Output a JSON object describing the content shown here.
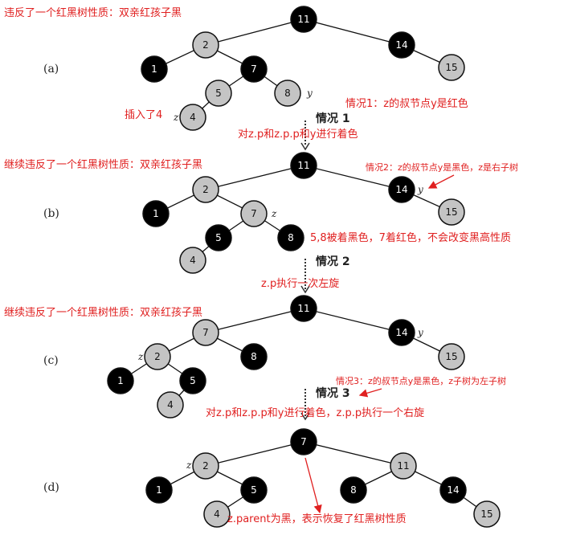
{
  "colors": {
    "black_node": "#000000",
    "red_node": "#c4c4c4",
    "annotation": "#e02020",
    "edge": "#111111"
  },
  "part_labels": [
    "(a)",
    "(b)",
    "(c)",
    "(d)"
  ],
  "case_labels": [
    "情况 1",
    "情况 2",
    "情况 3"
  ],
  "annotations": {
    "a_violation": "违反了一个红黑树性质：双亲红孩子黑",
    "a_insert": "插入了4",
    "a_case1": "情况1：z的叔节点y是红色",
    "a_recolor": "对z.p和z.p.p和y进行着色",
    "b_violation": "继续违反了一个红黑树性质：双亲红孩子黑",
    "b_case2": "情况2：z的叔节点y是黑色，z是右子树",
    "b_note": "5,8被着黑色，7着红色，不会改变黑高性质",
    "b_rotate": "z.p执行一次左旋",
    "c_violation": "继续违反了一个红黑树性质：双亲红孩子黑",
    "c_case3": "情况3：z的叔节点y是黑色，z子树为左子树",
    "c_action": "对z.p和z.p.p和y进行着色，z.p.p执行一个右旋",
    "d_note": "z.parent为黑，表示恢复了红黑树性质"
  },
  "trees": [
    {
      "id": "a",
      "nodes": [
        {
          "key": "11",
          "color": "black"
        },
        {
          "key": "2",
          "color": "red"
        },
        {
          "key": "14",
          "color": "black"
        },
        {
          "key": "1",
          "color": "black"
        },
        {
          "key": "7",
          "color": "black"
        },
        {
          "key": "15",
          "color": "red"
        },
        {
          "key": "5",
          "color": "red"
        },
        {
          "key": "8",
          "color": "red"
        },
        {
          "key": "4",
          "color": "red"
        }
      ],
      "tags": [
        {
          "text": "y"
        },
        {
          "text": "z"
        }
      ]
    },
    {
      "id": "b",
      "nodes": [
        {
          "key": "11",
          "color": "black"
        },
        {
          "key": "2",
          "color": "red"
        },
        {
          "key": "14",
          "color": "black"
        },
        {
          "key": "1",
          "color": "black"
        },
        {
          "key": "7",
          "color": "red"
        },
        {
          "key": "15",
          "color": "red"
        },
        {
          "key": "5",
          "color": "black"
        },
        {
          "key": "8",
          "color": "black"
        },
        {
          "key": "4",
          "color": "red"
        }
      ],
      "tags": [
        {
          "text": "y"
        },
        {
          "text": "z"
        }
      ]
    },
    {
      "id": "c",
      "nodes": [
        {
          "key": "11",
          "color": "black"
        },
        {
          "key": "7",
          "color": "red"
        },
        {
          "key": "14",
          "color": "black"
        },
        {
          "key": "2",
          "color": "red"
        },
        {
          "key": "8",
          "color": "black"
        },
        {
          "key": "15",
          "color": "red"
        },
        {
          "key": "1",
          "color": "black"
        },
        {
          "key": "5",
          "color": "black"
        },
        {
          "key": "4",
          "color": "red"
        }
      ],
      "tags": [
        {
          "text": "y"
        },
        {
          "text": "z"
        }
      ]
    },
    {
      "id": "d",
      "nodes": [
        {
          "key": "7",
          "color": "black"
        },
        {
          "key": "2",
          "color": "red"
        },
        {
          "key": "11",
          "color": "red"
        },
        {
          "key": "1",
          "color": "black"
        },
        {
          "key": "5",
          "color": "black"
        },
        {
          "key": "8",
          "color": "black"
        },
        {
          "key": "14",
          "color": "black"
        },
        {
          "key": "4",
          "color": "red"
        },
        {
          "key": "15",
          "color": "red"
        }
      ],
      "tags": [
        {
          "text": "z"
        }
      ]
    }
  ]
}
